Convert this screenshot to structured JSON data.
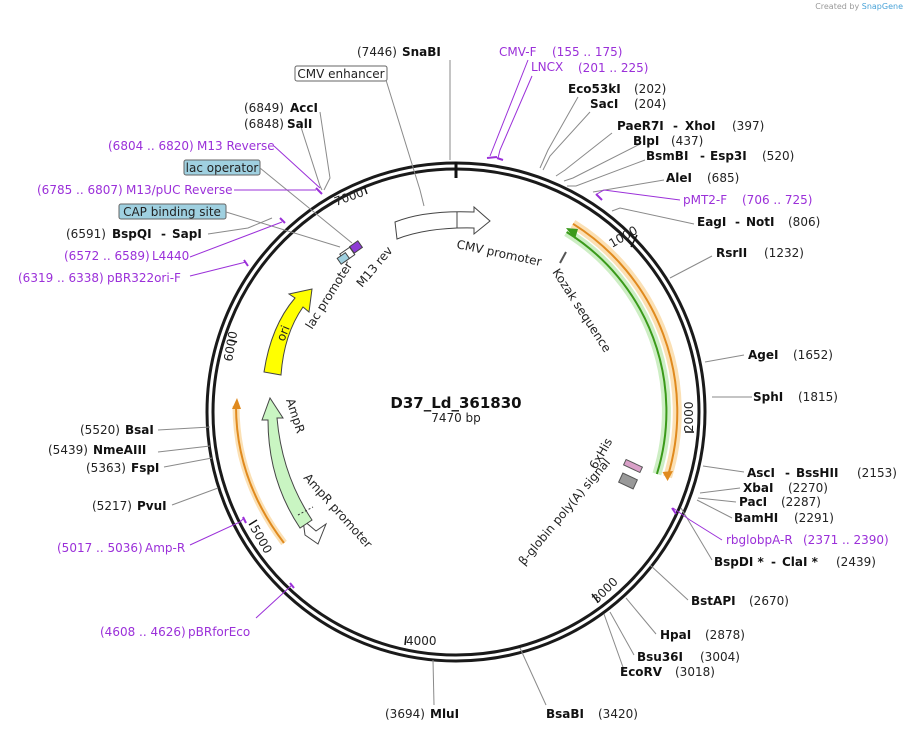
{
  "credit": {
    "prefix": "Created by",
    "brand": "SnapGene"
  },
  "plasmid": {
    "name": "D37_Ld_361830",
    "size_label": "7470 bp"
  },
  "ticks": [
    "1000",
    "2000",
    "3000",
    "4000",
    "5000",
    "6000",
    "7000"
  ],
  "sites": [
    {
      "enzyme": "SnaBI",
      "pos": "(7446)"
    },
    {
      "enzyme": "Eco53kI",
      "pos": "(202)"
    },
    {
      "enzyme": "SacI",
      "pos": "(204)"
    },
    {
      "enzyme": "PaeR7I",
      "enzyme2": "XhoI",
      "pos": "(397)"
    },
    {
      "enzyme": "BlpI",
      "pos": "(437)"
    },
    {
      "enzyme": "BsmBI",
      "enzyme2": "Esp3I",
      "pos": "(520)"
    },
    {
      "enzyme": "AleI",
      "pos": "(685)"
    },
    {
      "enzyme": "EagI",
      "enzyme2": "NotI",
      "pos": "(806)"
    },
    {
      "enzyme": "RsrII",
      "pos": "(1232)"
    },
    {
      "enzyme": "AgeI",
      "pos": "(1652)"
    },
    {
      "enzyme": "SphI",
      "pos": "(1815)"
    },
    {
      "enzyme": "AscI",
      "enzyme2": "BssHII",
      "pos": "(2153)"
    },
    {
      "enzyme": "XbaI",
      "pos": "(2270)"
    },
    {
      "enzyme": "PacI",
      "pos": "(2287)"
    },
    {
      "enzyme": "BamHI",
      "pos": "(2291)"
    },
    {
      "enzyme": "BspDI *",
      "enzyme2": "ClaI *",
      "pos": "(2439)"
    },
    {
      "enzyme": "BstAPI",
      "pos": "(2670)"
    },
    {
      "enzyme": "HpaI",
      "pos": "(2878)"
    },
    {
      "enzyme": "Bsu36I",
      "pos": "(3004)"
    },
    {
      "enzyme": "EcoRV",
      "pos": "(3018)"
    },
    {
      "enzyme": "BsaBI",
      "pos": "(3420)"
    },
    {
      "enzyme": "MluI",
      "pos": "(3694)"
    },
    {
      "enzyme": "PvuI",
      "pos": "(5217)"
    },
    {
      "enzyme": "FspI",
      "pos": "(5363)"
    },
    {
      "enzyme": "NmeAIII",
      "pos": "(5439)"
    },
    {
      "enzyme": "BsaI",
      "pos": "(5520)"
    },
    {
      "enzyme": "BspQI",
      "enzyme2": "SapI",
      "pos": "(6591)"
    },
    {
      "enzyme": "SalI",
      "pos": "(6848)"
    },
    {
      "enzyme": "AccI",
      "pos": "(6849)"
    }
  ],
  "primers": [
    {
      "name": "CMV-F",
      "range": "(155 .. 175)"
    },
    {
      "name": "LNCX",
      "range": "(201 .. 225)"
    },
    {
      "name": "pMT2-F",
      "range": "(706 .. 725)"
    },
    {
      "name": "rbglobpA-R",
      "range": "(2371 .. 2390)"
    },
    {
      "name": "Amp-R",
      "range": "(5017 .. 5036)"
    },
    {
      "name": "pBRforEco",
      "range": "(4608 .. 4626)"
    },
    {
      "name": "pBR322ori-F",
      "range": "(6319 .. 6338)"
    },
    {
      "name": "L4440",
      "range": "(6572 .. 6589)"
    },
    {
      "name": "M13/pUC Reverse",
      "range": "(6785 .. 6807)"
    },
    {
      "name": "M13 Reverse",
      "range": "(6804 .. 6820)"
    }
  ],
  "features": {
    "cmv_enhancer": "CMV enhancer",
    "cmv_promoter": "CMV promoter",
    "kozak": "Kozak sequence",
    "his": "6xHis",
    "globin": "β-globin poly(A) signal",
    "ampr_promoter": "AmpR promoter",
    "ampr": "AmpR",
    "ori": "ori",
    "lac_promoter": "lac promoter",
    "m13rev": "M13 rev",
    "lac_operator": "lac operator",
    "cap_site": "CAP binding site"
  },
  "colors": {
    "backbone": "#1a1a1a",
    "primer": "#9b30d9",
    "orf_green": "#3a9a1a",
    "orf_orange": "#e08a1e",
    "ampr_fill": "#c9f5c2",
    "ori_fill": "#ffff00",
    "box_fill": "#9fd0e0"
  }
}
